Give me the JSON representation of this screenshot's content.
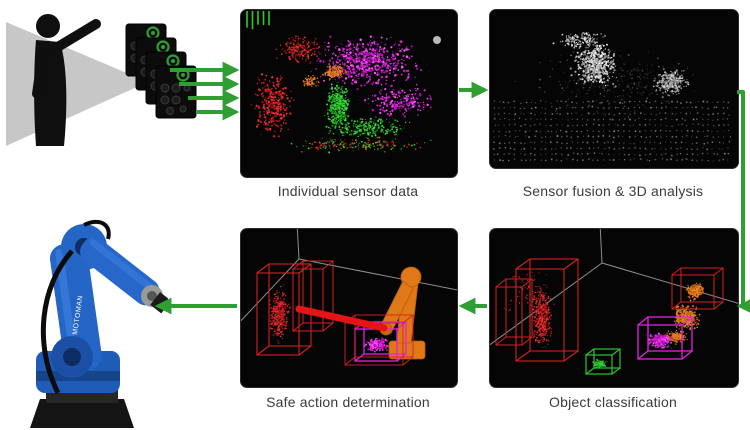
{
  "captions": {
    "panel_individual": "Individual sensor data",
    "panel_fusion": "Sensor fusion & 3D analysis",
    "panel_classification": "Object classification",
    "panel_safe_action": "Safe action determination"
  },
  "robot": {
    "brand": "MOTOMAN"
  },
  "colors": {
    "arrow_green": "#2f9e33",
    "cloud_magenta": "#e520e5",
    "cloud_green": "#2cc42c",
    "cloud_red": "#d42222",
    "cloud_orange": "#e07818",
    "cloud_gray": "#c9c9c9",
    "panel_background": "#050505"
  }
}
